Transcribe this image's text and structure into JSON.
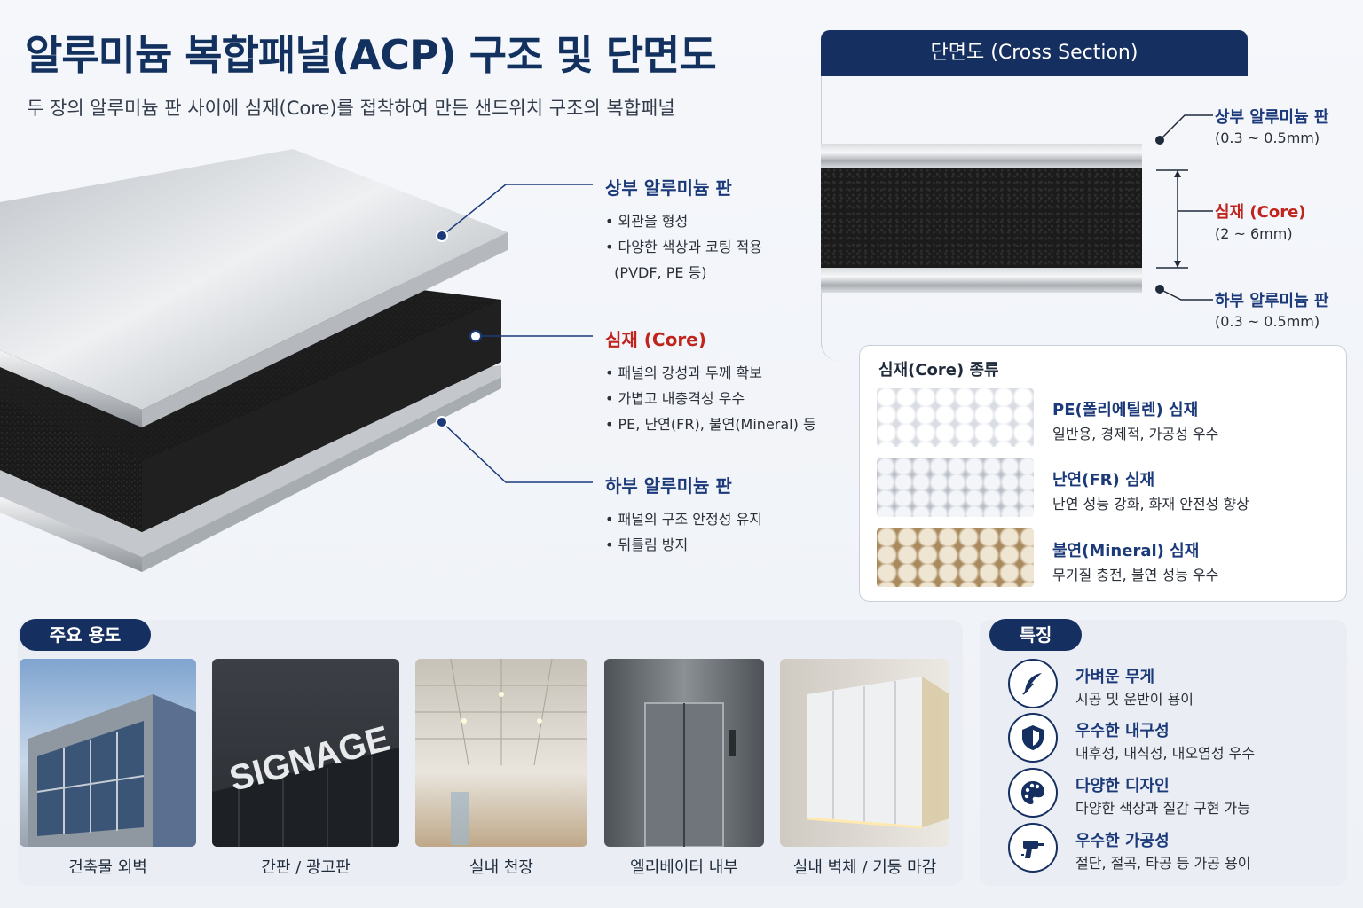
{
  "header": {
    "title": "알루미늄 복합패널(ACP) 구조 및 단면도",
    "subtitle": "두 장의 알루미늄 판 사이에 심재(Core)를 접착하여 만든 샌드위치 구조의 복합패널"
  },
  "callouts": [
    {
      "title": "상부 알루미늄 판",
      "items": [
        "외관을 형성",
        "다양한 색상과 코팅 적용",
        "(PVDF, PE 등)"
      ]
    },
    {
      "title": "심재 (Core)",
      "items": [
        "패널의 강성과 두께 확보",
        "가볍고 내충격성 우수",
        "PE, 난연(FR), 불연(Mineral) 등"
      ]
    },
    {
      "title": "하부 알루미늄 판",
      "items": [
        "패널의 구조 안정성 유지",
        "뒤틀림 방지"
      ]
    }
  ],
  "cross_section": {
    "header": "단면도 (Cross Section)",
    "top": {
      "label": "상부 알루미늄 판",
      "spec": "(0.3 ~ 0.5mm)"
    },
    "core": {
      "label": "심재 (Core)",
      "spec": "(2 ~ 6mm)"
    },
    "bottom": {
      "label": "하부 알루미늄 판",
      "spec": "(0.3 ~ 0.5mm)"
    }
  },
  "core_types": {
    "title": "심재(Core) 종류",
    "items": [
      {
        "name": "PE(폴리에틸렌) 심재",
        "desc": "일반용, 경제적, 가공성 우수"
      },
      {
        "name": "난연(FR) 심재",
        "desc": "난연 성능 강화, 화재 안전성 향상"
      },
      {
        "name": "불연(Mineral) 심재",
        "desc": "무기질 충전, 불연 성능 우수"
      }
    ]
  },
  "uses": {
    "title": "주요 용도",
    "items": [
      "건축물 외벽",
      "간판 / 광고판",
      "실내 천장",
      "엘리베이터 내부",
      "실내 벽체 / 기둥 마감"
    ],
    "signage_text": "SIGNAGE"
  },
  "features": {
    "title": "특징",
    "items": [
      {
        "icon": "feather-icon",
        "title": "가벼운 무게",
        "desc": "시공 및 운반이 용이"
      },
      {
        "icon": "shield-icon",
        "title": "우수한 내구성",
        "desc": "내후성, 내식성, 내오염성 우수"
      },
      {
        "icon": "palette-icon",
        "title": "다양한 디자인",
        "desc": "다양한 색상과 질감 구현 가능"
      },
      {
        "icon": "drill-icon",
        "title": "우수한 가공성",
        "desc": "절단, 절곡, 타공 등 가공 용이"
      }
    ]
  },
  "colors": {
    "navy": "#152f60",
    "accent_blue": "#1c3a7a",
    "accent_red": "#c0251d"
  }
}
